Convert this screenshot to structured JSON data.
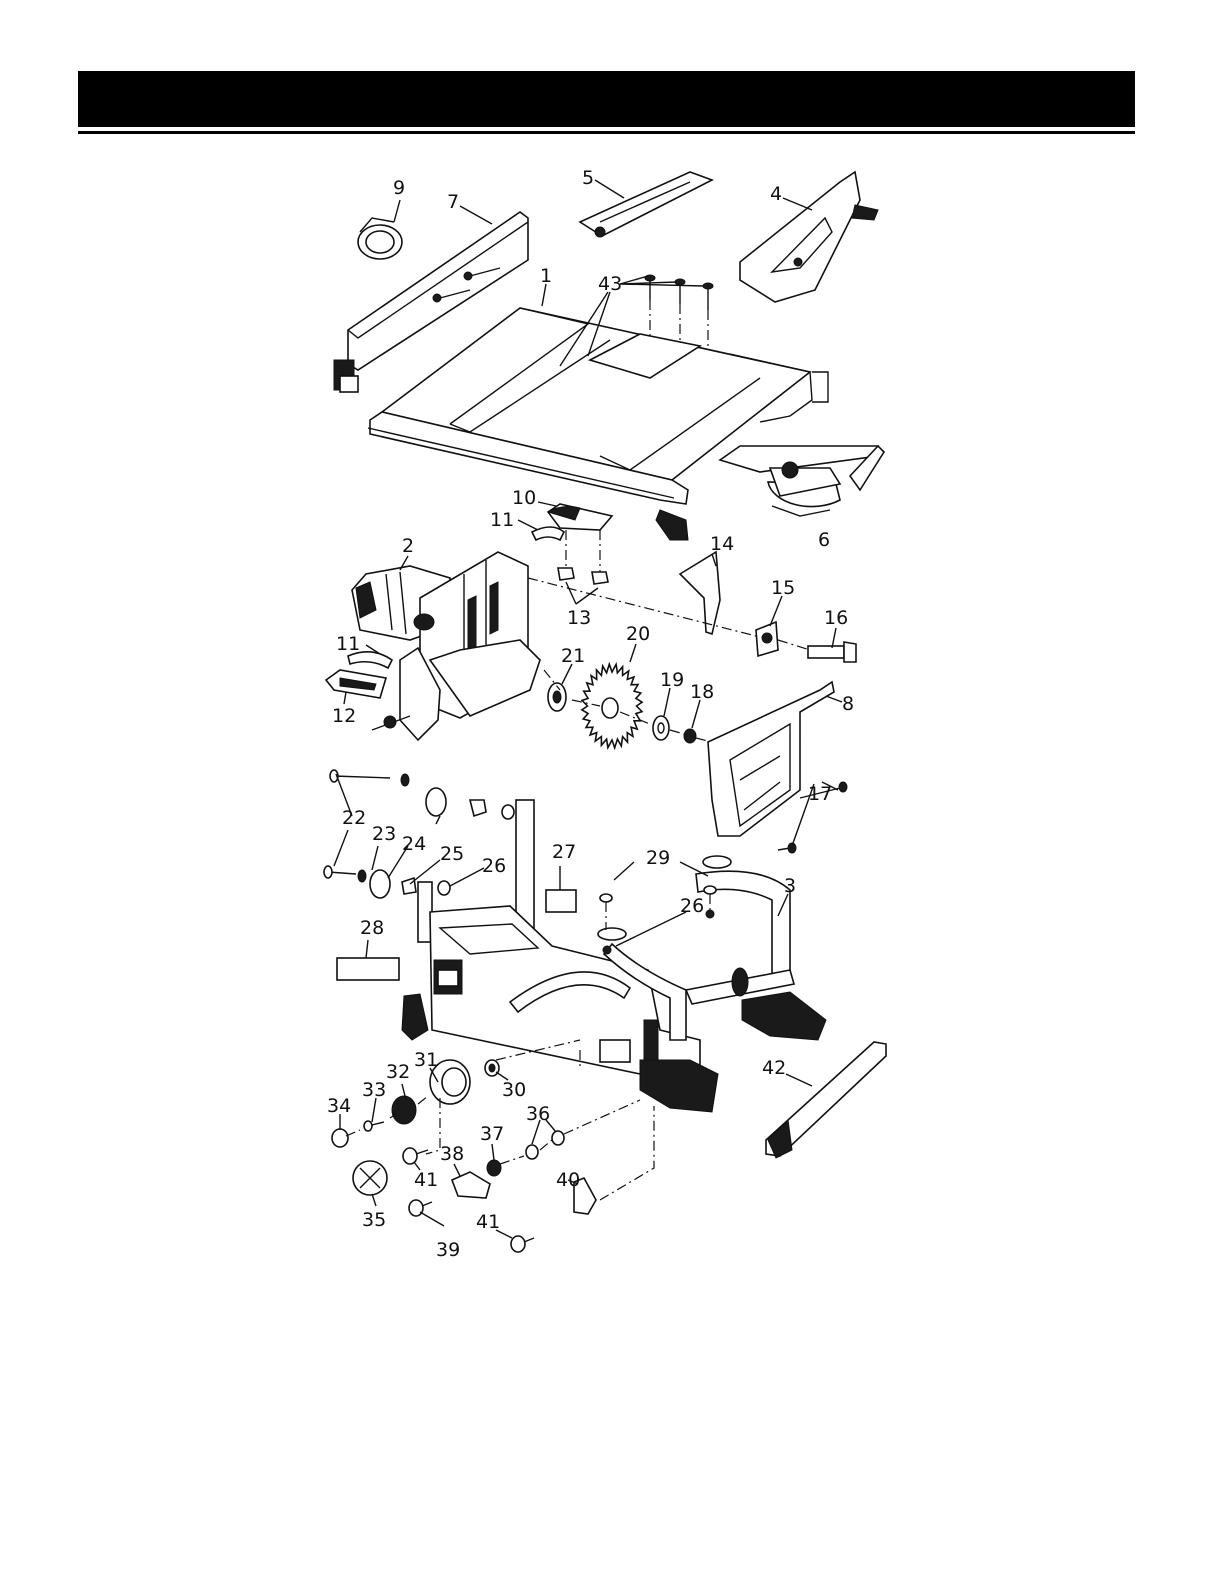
{
  "header": {
    "title": ""
  },
  "diagram": {
    "part_numbers": [
      "1",
      "2",
      "3",
      "4",
      "5",
      "6",
      "7",
      "8",
      "9",
      "10",
      "11",
      "11",
      "12",
      "13",
      "14",
      "15",
      "16",
      "17",
      "18",
      "19",
      "20",
      "21",
      "22",
      "23",
      "24",
      "25",
      "26",
      "26",
      "27",
      "28",
      "29",
      "30",
      "31",
      "32",
      "33",
      "34",
      "35",
      "36",
      "37",
      "38",
      "39",
      "40",
      "41",
      "41",
      "42",
      "43"
    ]
  }
}
